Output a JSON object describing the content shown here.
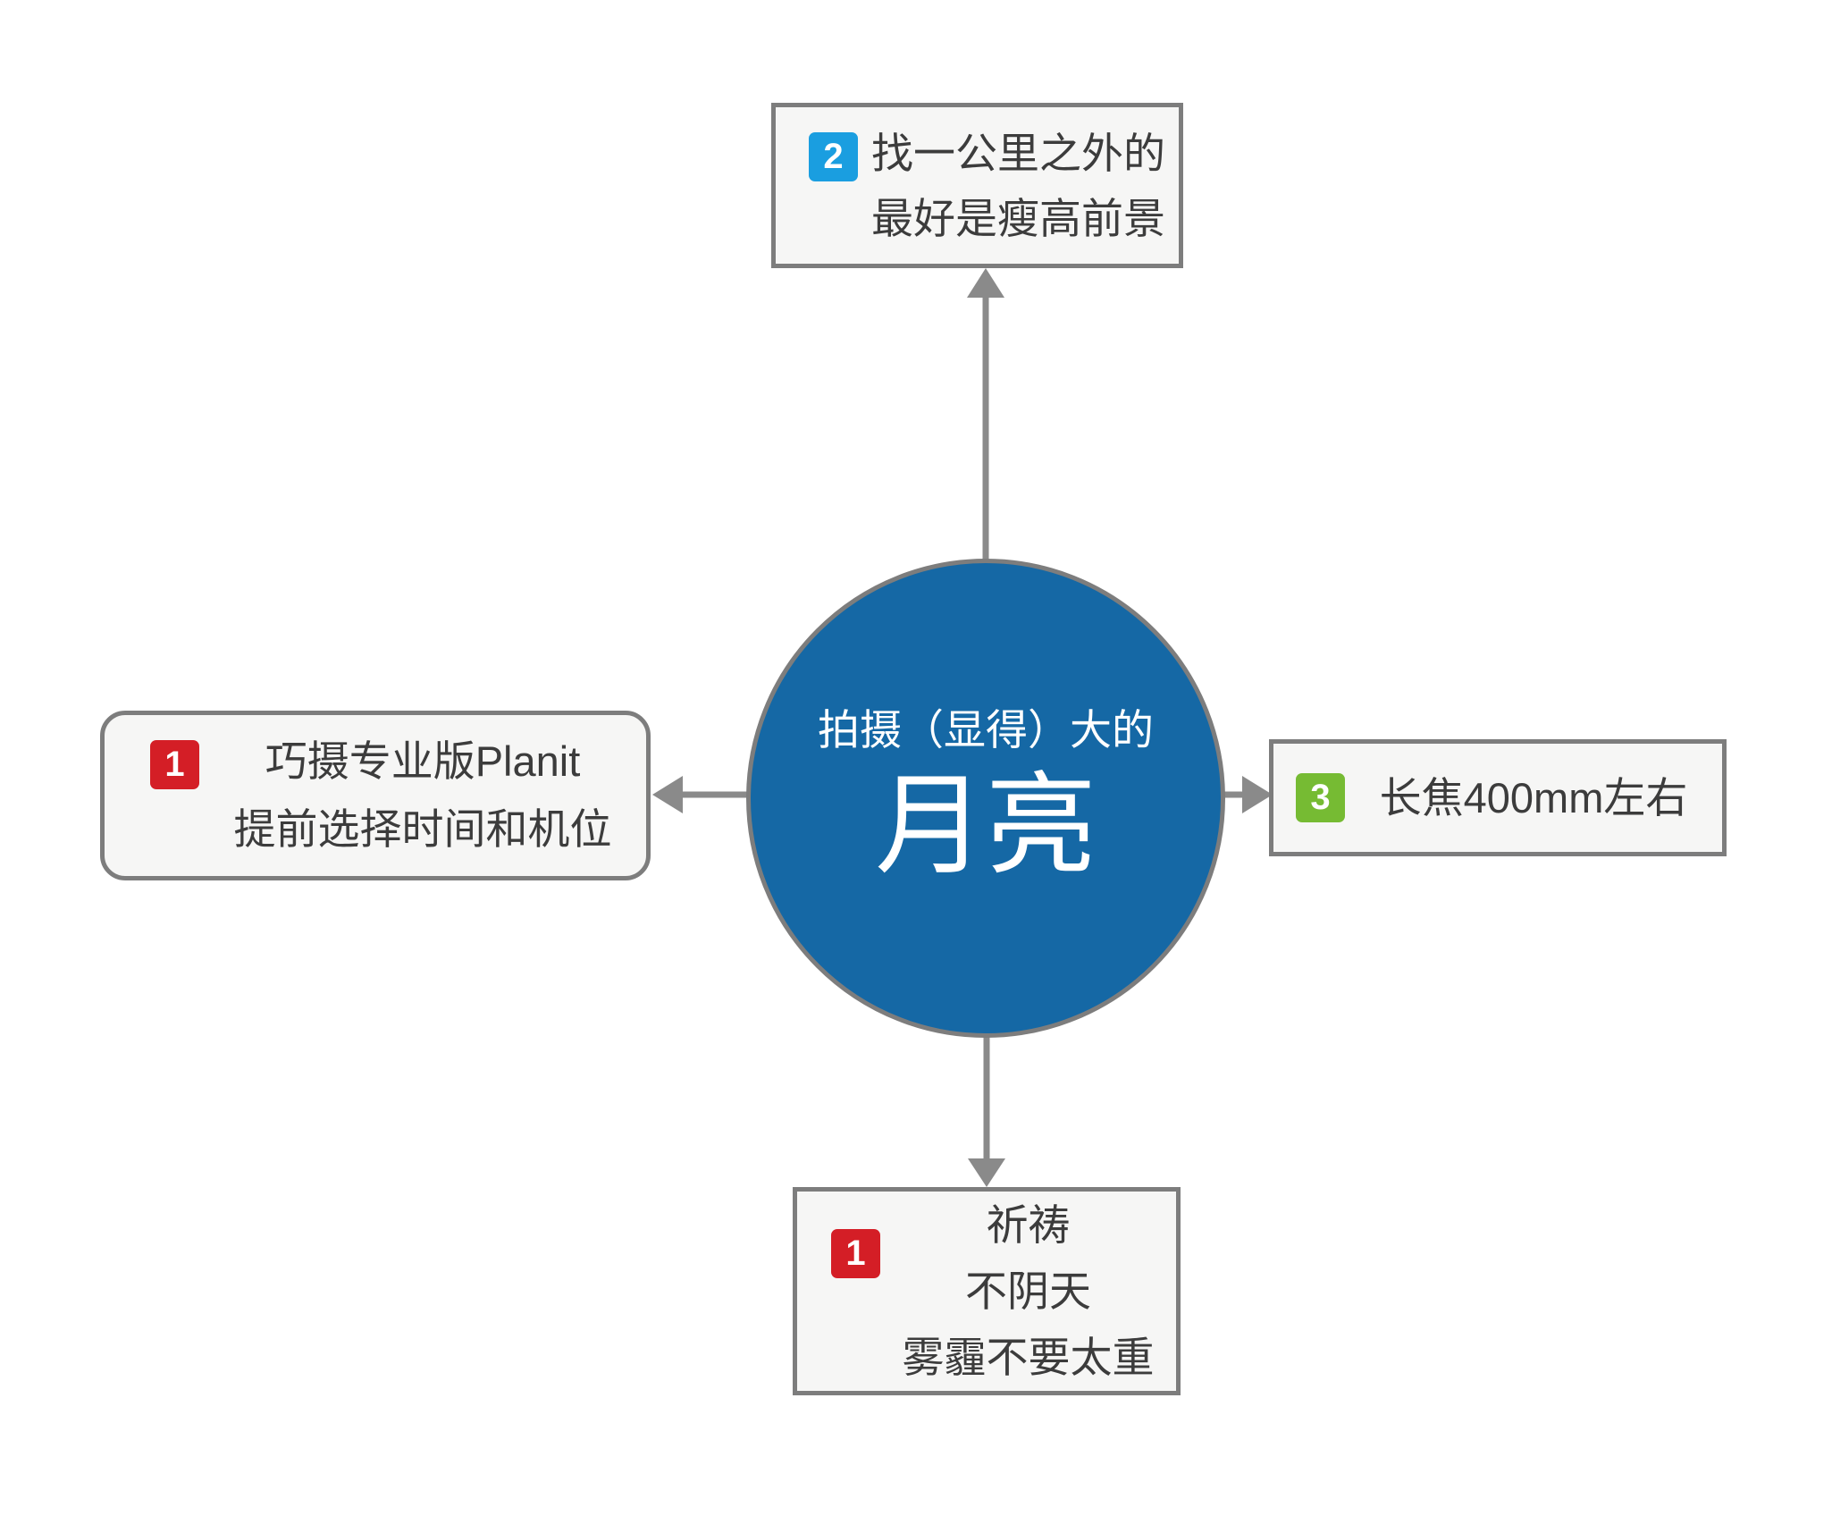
{
  "page": {
    "background_color": "#ffffff"
  },
  "center_node": {
    "subtitle": "拍摄（显得）大的",
    "title": "月亮",
    "fill_color": "#1568A5",
    "text_color": "#ffffff"
  },
  "nodes": {
    "top": {
      "badge": "2",
      "badge_color": "#1A9EE0",
      "lines": [
        "找一公里之外的",
        "最好是瘦高前景"
      ]
    },
    "left": {
      "badge": "1",
      "badge_color": "#D41E26",
      "lines": [
        "巧摄专业版Planit",
        "提前选择时间和机位"
      ]
    },
    "right": {
      "badge": "3",
      "badge_color": "#76BB33",
      "lines": [
        "长焦400mm左右"
      ]
    },
    "bottom": {
      "badge": "1",
      "badge_color": "#D41E26",
      "lines": [
        "祈祷",
        "不阴天",
        "雾霾不要太重"
      ]
    }
  },
  "colors": {
    "box_fill": "#F6F6F5",
    "box_border": "#7D7D7D",
    "connector": "#8A8A8A",
    "box_text": "#3C3C3C",
    "circle_border": "#7D7D7D"
  }
}
